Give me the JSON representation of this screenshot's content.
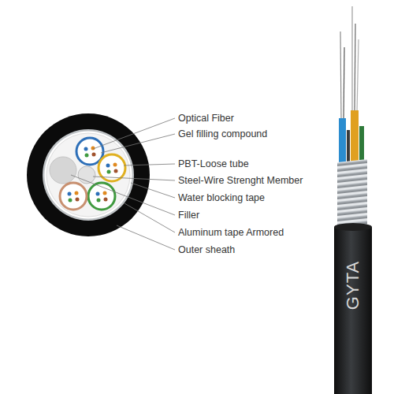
{
  "diagram": {
    "labels": [
      "Optical Fiber",
      "Gel filling compound",
      "PBT-Loose tube",
      "Steel-Wire Strenght Member",
      "Water blocking tape",
      "Filler",
      "Aluminum tape Armored",
      "Outer sheath",
      "GYTA"
    ]
  }
}
